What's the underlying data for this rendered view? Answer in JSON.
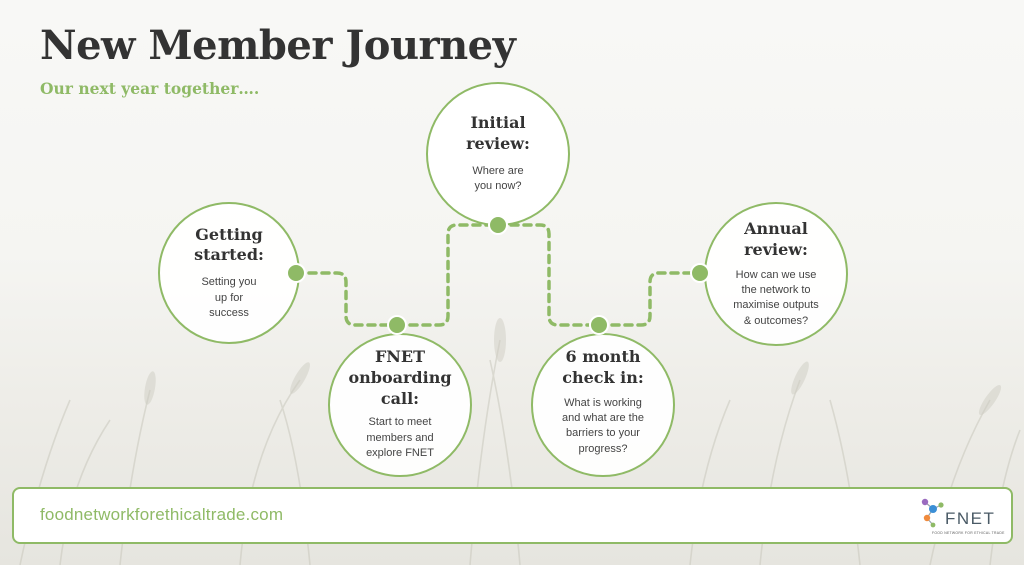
{
  "header": {
    "title": "New Member Journey",
    "subtitle": "Our next year together…."
  },
  "stages": [
    {
      "title_lines": [
        "Getting",
        "started:"
      ],
      "desc_lines": [
        "Setting you",
        "up for",
        "success"
      ]
    },
    {
      "title_lines": [
        "FNET",
        "onboarding",
        "call:"
      ],
      "desc_lines": [
        "Start to meet",
        "members and",
        "explore FNET"
      ]
    },
    {
      "title_lines": [
        "Initial",
        "review:"
      ],
      "desc_lines": [
        "Where are",
        "you now?"
      ]
    },
    {
      "title_lines": [
        "6 month",
        "check in:"
      ],
      "desc_lines": [
        "What is working",
        "and what are the",
        "barriers to your",
        "progress?"
      ]
    },
    {
      "title_lines": [
        "Annual",
        "review:"
      ],
      "desc_lines": [
        "How can we use",
        "the network to",
        "maximise outputs",
        "& outcomes?"
      ]
    }
  ],
  "footer": {
    "url": "foodnetworkforethicaltrade.com",
    "logo_text": "FNET",
    "logo_tagline": "FOOD NETWORK FOR ETHICAL TRADE"
  },
  "colors": {
    "accent_green": "#8fba66",
    "title_text": "#333333",
    "logo_dot_blue": "#3b8fd6",
    "logo_dot_orange": "#f08a3c",
    "logo_dot_purple": "#9a6bbf",
    "logo_dot_green": "#8fba66"
  }
}
